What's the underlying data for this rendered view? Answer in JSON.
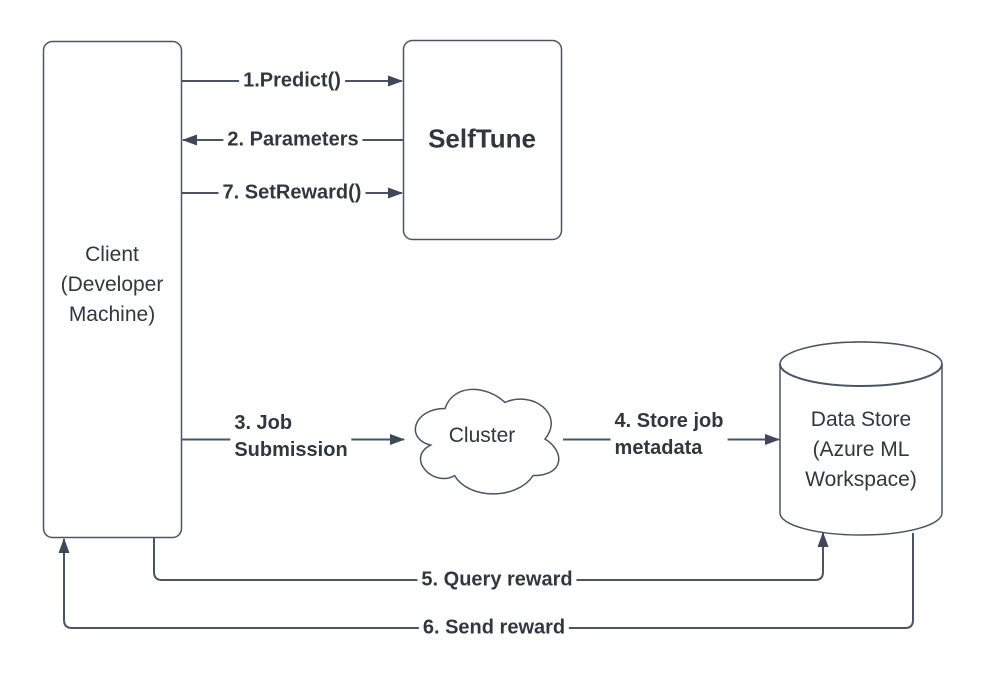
{
  "colors": {
    "background": "#ffffff",
    "stroke": "#4a5564",
    "text": "#31373f"
  },
  "nodes": {
    "client": {
      "lines": [
        "Client",
        "(Developer",
        "Machine)"
      ]
    },
    "selftune": {
      "label": "SelfTune"
    },
    "cluster": {
      "label": "Cluster"
    },
    "datastore": {
      "lines": [
        "Data Store",
        "(Azure ML",
        "Workspace)"
      ]
    }
  },
  "edges": {
    "predict": {
      "label": "1.Predict()"
    },
    "parameters": {
      "label": "2. Parameters"
    },
    "setreward": {
      "label": "7. SetReward()"
    },
    "job_submission": {
      "lines": [
        "3. Job",
        "Submission"
      ]
    },
    "store_metadata": {
      "lines": [
        "4. Store job",
        "metadata"
      ]
    },
    "query_reward": {
      "label": "5. Query reward"
    },
    "send_reward": {
      "label": "6. Send reward"
    }
  }
}
